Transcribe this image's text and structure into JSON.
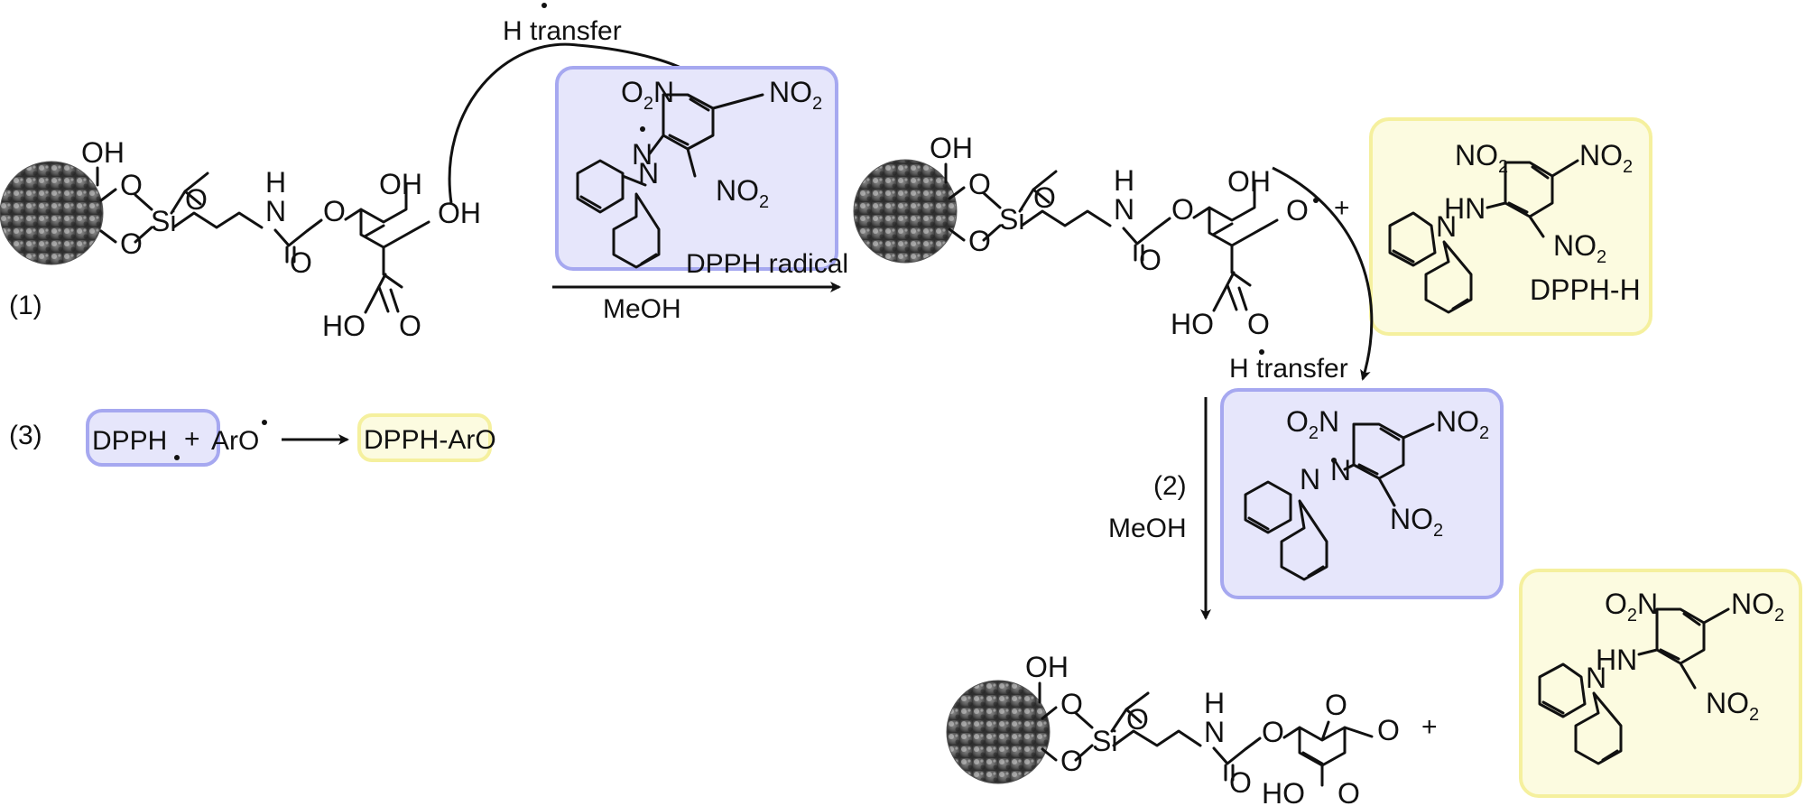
{
  "labels": {
    "h_transfer": "H transfer",
    "dpph_radical": "DPPH radical",
    "meoh": "MeOH",
    "dpph_h": "DPPH-H",
    "step1": "(1)",
    "step2": "(2)",
    "step3": "(3)",
    "dpph": "DPPH",
    "plus": "+",
    "aro": "ArO",
    "dpph_aro": "DPPH-ArO",
    "oh": "OH",
    "o": "O",
    "si": "Si",
    "h": "H",
    "n": "N",
    "hn": "HN",
    "ho": "HO",
    "no": "NO",
    "two": "2"
  },
  "colors": {
    "radical_box_fill": "#e6e6fb",
    "radical_box_border": "#a6a8f0",
    "product_box_fill": "#fcfbe0",
    "product_box_border": "#f5f09e",
    "nanoparticle": "#4a4a4a"
  }
}
